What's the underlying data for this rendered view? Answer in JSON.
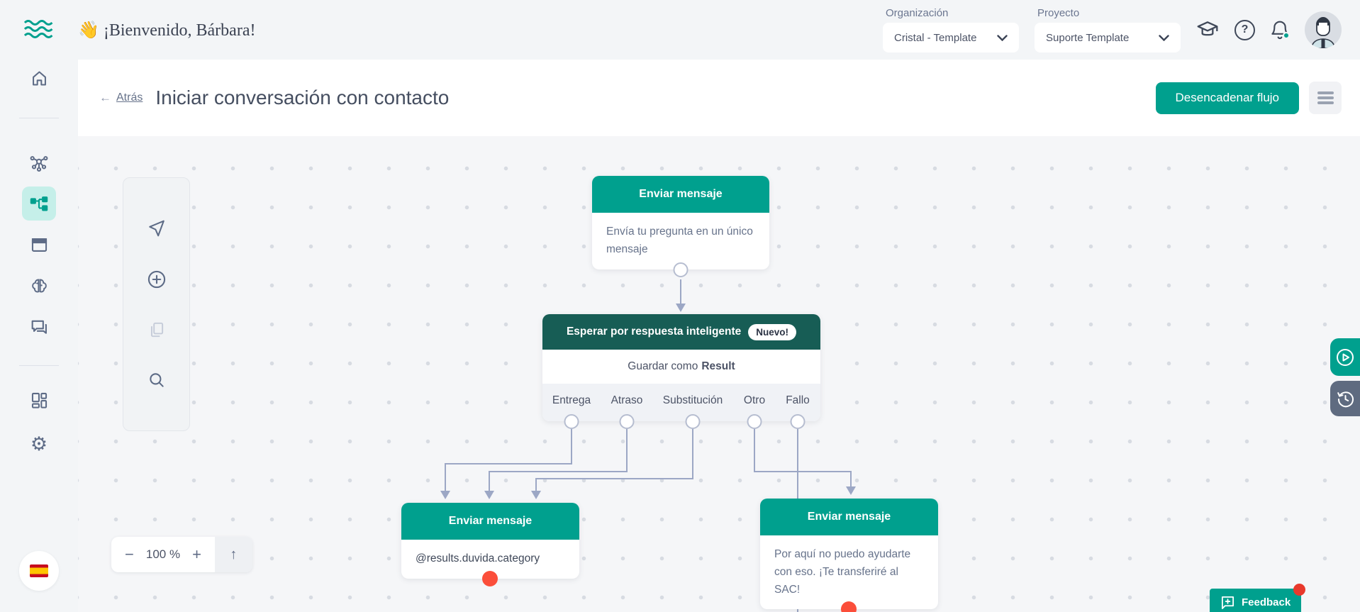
{
  "topbar": {
    "greeting": "👋 ¡Bienvenido, Bárbara!",
    "organization": {
      "label": "Organización",
      "value": "Cristal - Template"
    },
    "project": {
      "label": "Proyecto",
      "value": "Suporte Template"
    },
    "help_glyph": "?",
    "icons": [
      "academy-icon",
      "help-icon",
      "notifications-icon",
      "avatar"
    ]
  },
  "sidebar": {
    "items": [
      "home",
      "connections-hub",
      "flows",
      "studio",
      "brain",
      "chats",
      "apps",
      "settings"
    ],
    "selected_item": "flows",
    "language_flag": "es"
  },
  "subheader": {
    "back_arrow": "←",
    "back_label": "Atrás",
    "title": "Iniciar conversación con contacto",
    "trigger_button": "Desencadenar flujo"
  },
  "canvas": {
    "toolbar_icons": [
      "pointer-icon",
      "add-node-icon",
      "copy-icon",
      "search-icon"
    ],
    "zoom": {
      "minus": "−",
      "value": "100 %",
      "plus": "+",
      "up_arrow": "↑"
    },
    "nodes": [
      {
        "title": "Enviar mensaje",
        "body": "Envía tu pregunta en un único mensaje"
      },
      {
        "title": "Esperar por respuesta inteligente",
        "badge": "Nuevo!",
        "save_prefix": "Guardar como",
        "save_name": "Result",
        "categories": [
          "Entrega",
          "Atraso",
          "Substitución",
          "Otro",
          "Fallo"
        ]
      },
      {
        "title": "Enviar mensaje",
        "body": "@results.duvida.category"
      },
      {
        "title": "Enviar mensaje",
        "body": "Por aquí no puedo ayudarte con eso. ¡Te transferiré al SAC!"
      }
    ],
    "feedback_label": "Feedback"
  },
  "colors": {
    "primary_teal": "#00a08e",
    "dark_node_header": "#175d55",
    "selected_sidebar_bg": "#c5efe9",
    "connector": "#9ca7c5",
    "error_port": "#fb4e3a",
    "canvas_bg": "#f5f6f8"
  }
}
